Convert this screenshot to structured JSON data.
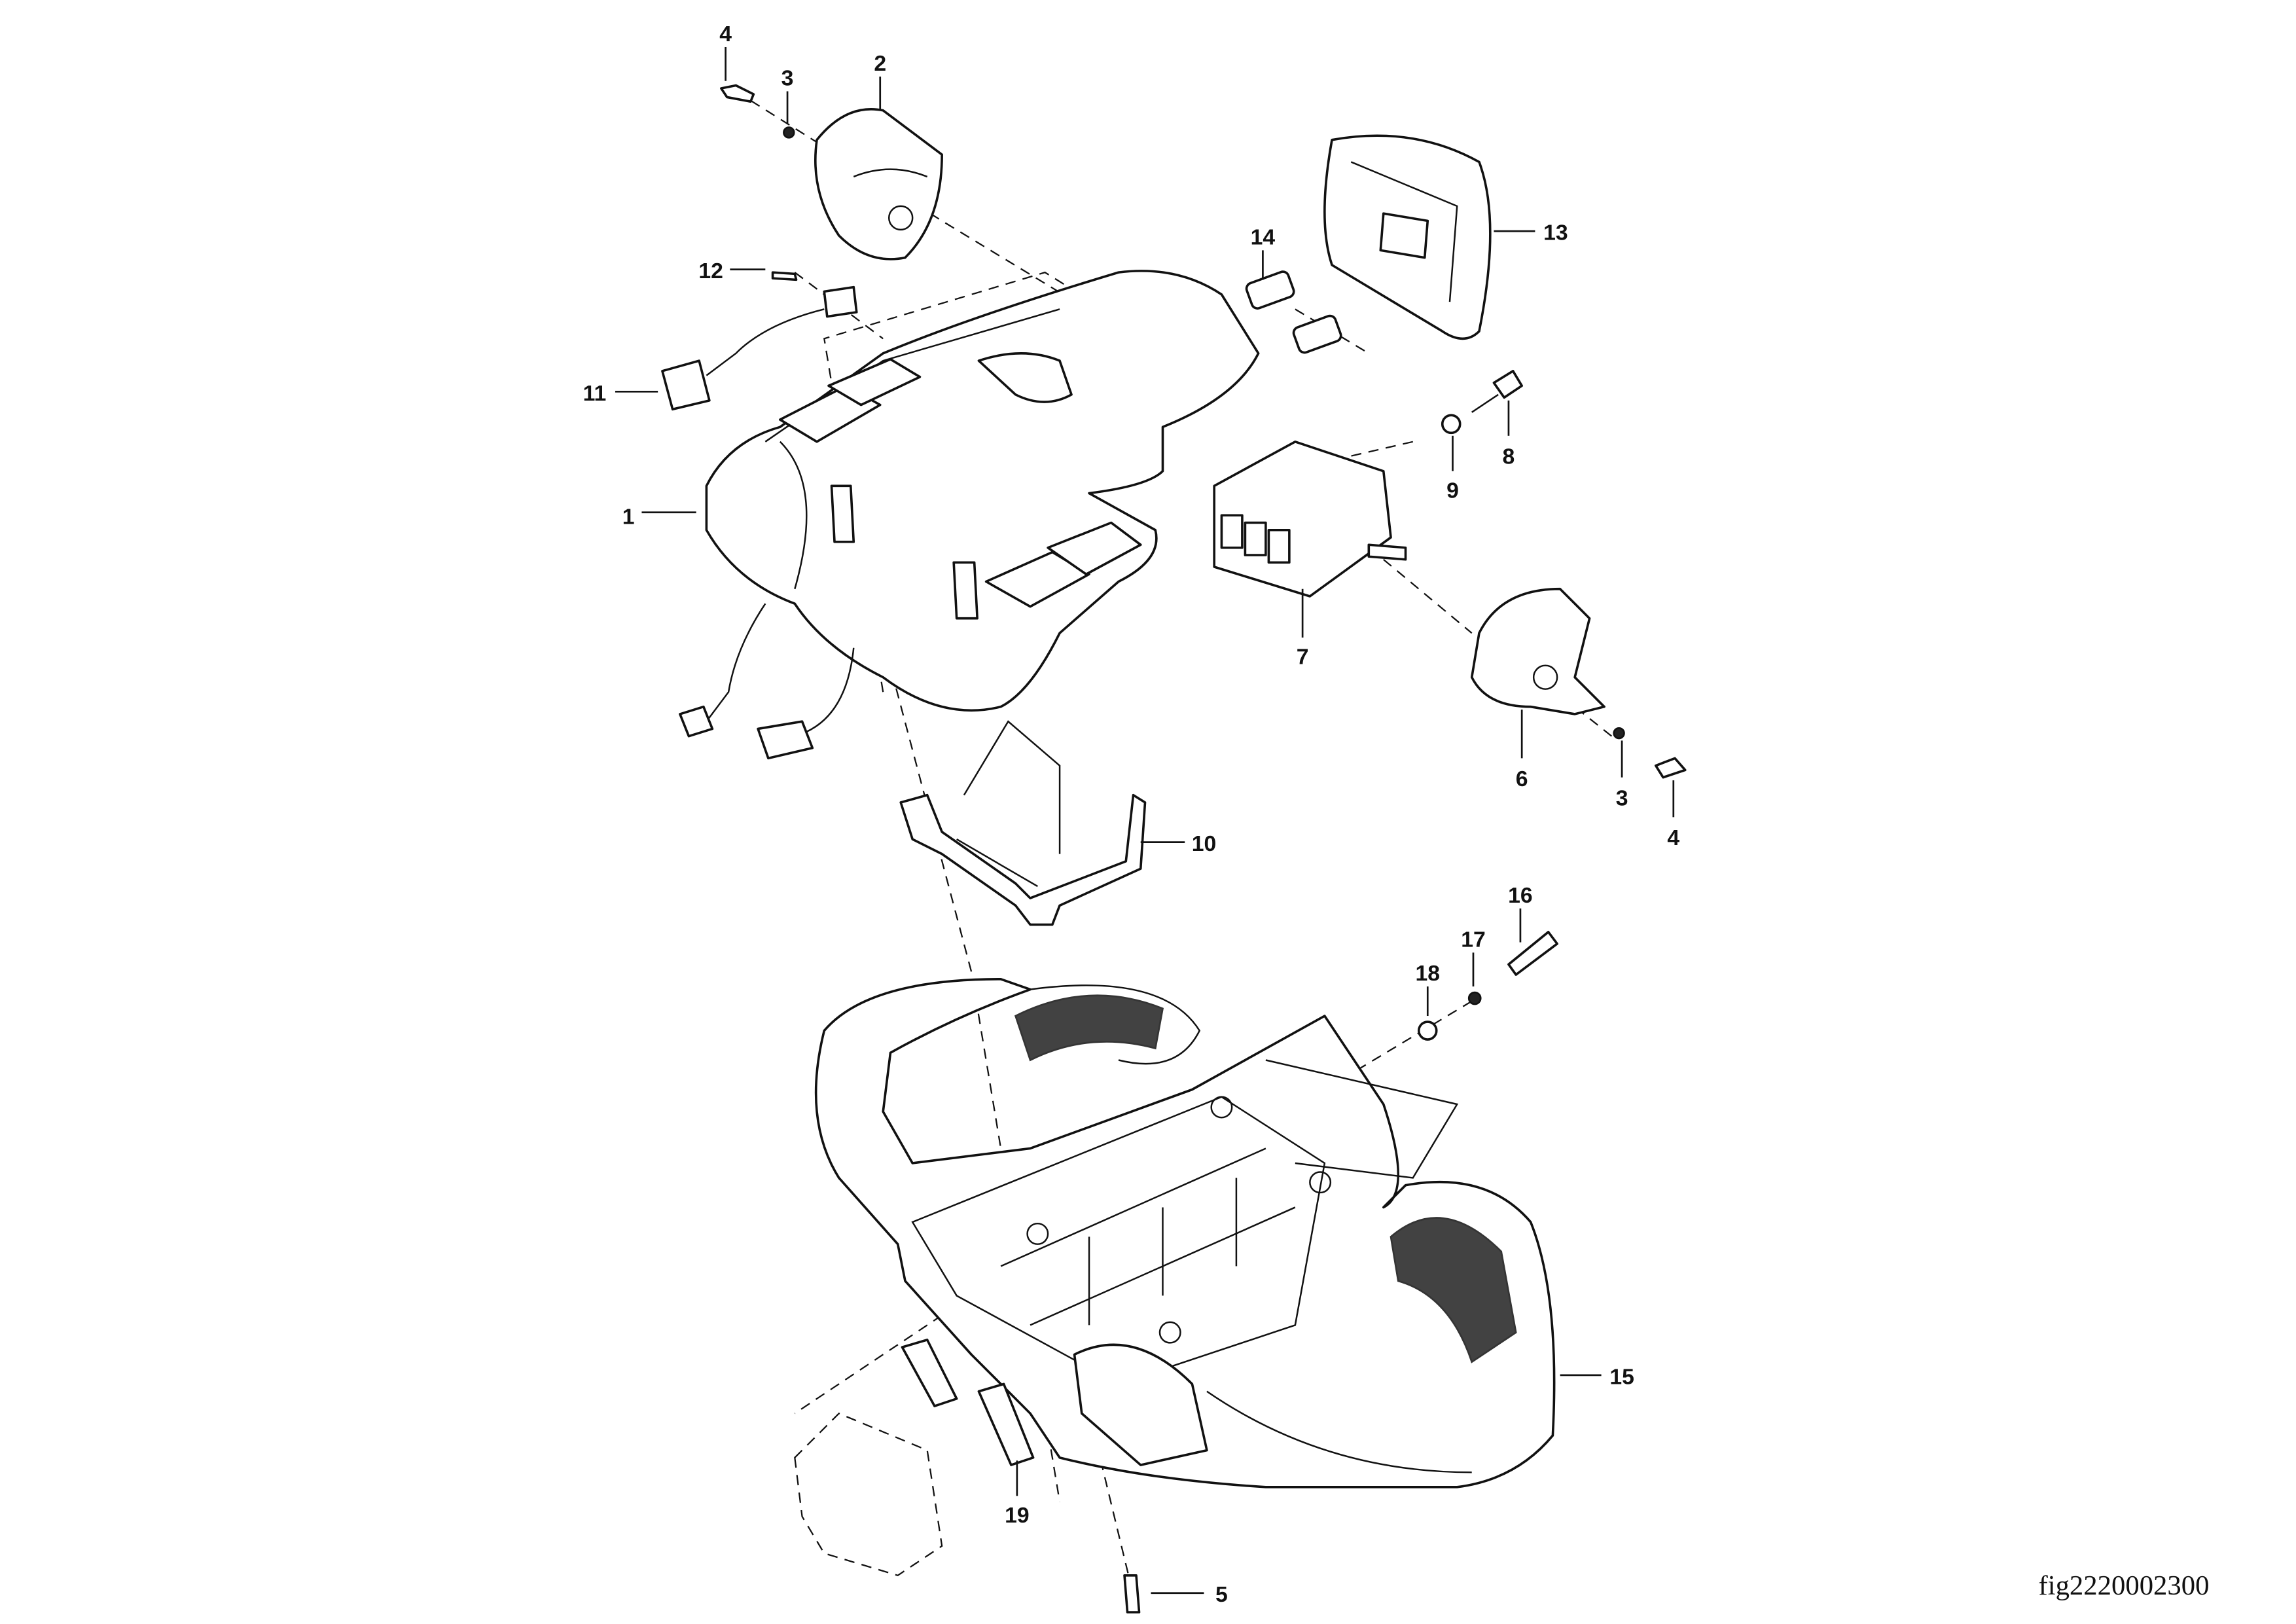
{
  "figure_id": "fig2220002300",
  "callouts": [
    {
      "number": "1"
    },
    {
      "number": "2"
    },
    {
      "number": "3"
    },
    {
      "number": "3"
    },
    {
      "number": "4"
    },
    {
      "number": "4"
    },
    {
      "number": "5"
    },
    {
      "number": "6"
    },
    {
      "number": "7"
    },
    {
      "number": "8"
    },
    {
      "number": "9"
    },
    {
      "number": "10"
    },
    {
      "number": "11"
    },
    {
      "number": "12"
    },
    {
      "number": "13"
    },
    {
      "number": "14"
    },
    {
      "number": "15"
    },
    {
      "number": "16"
    },
    {
      "number": "17"
    },
    {
      "number": "18"
    },
    {
      "number": "19"
    }
  ]
}
